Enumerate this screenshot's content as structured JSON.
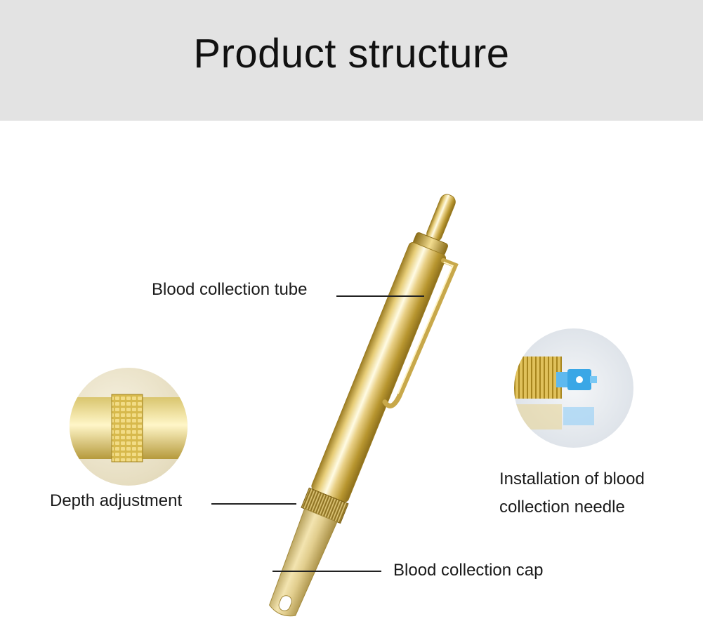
{
  "header": {
    "title": "Product structure"
  },
  "labels": {
    "tube": "Blood collection tube",
    "depth": "Depth adjustment",
    "cap": "Blood collection cap",
    "needle_line1": "Installation of blood",
    "needle_line2": "collection needle"
  },
  "colors": {
    "header_bg": "#e3e3e3",
    "gold_light": "#fff6c8",
    "gold_mid": "#e3c463",
    "gold_dark": "#a98a2a",
    "needle_blue": "#3aa7e6"
  },
  "icons": {
    "pen": "lancet-pen-icon",
    "depth_detail": "depth-adjustment-ring-icon",
    "needle_detail": "blood-needle-icon"
  }
}
